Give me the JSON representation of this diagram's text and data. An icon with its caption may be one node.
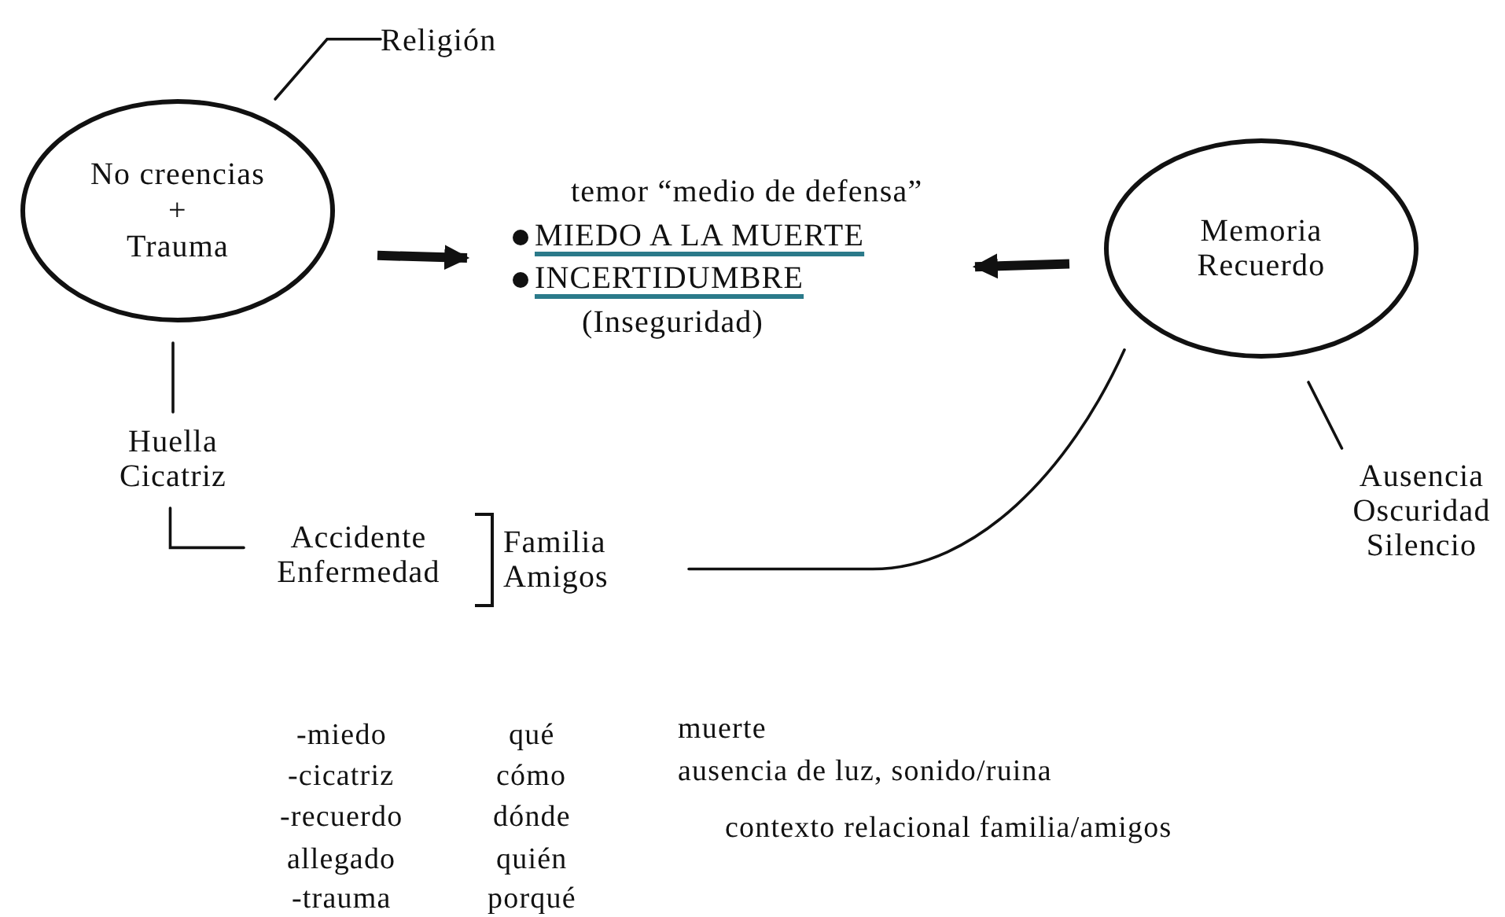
{
  "diagram": {
    "nodes": [
      {
        "text": [
          "No creencias",
          "+",
          "Trauma"
        ]
      },
      {
        "text": [
          "Religión"
        ]
      },
      {
        "text": [
          "temor “medio de defensa”",
          "MIEDO A LA MUERTE",
          "INCERTIDUMBRE",
          "(Inseguridad)"
        ]
      },
      {
        "text": [
          "Memoria Recuerdo"
        ]
      },
      {
        "text": [
          "Huella Cicatriz"
        ]
      },
      {
        "text": [
          "Accidente Enfermedad"
        ]
      },
      {
        "text": [
          "Familia Amigos"
        ]
      },
      {
        "text": [
          "Ausencia Oscuridad Silencio"
        ]
      }
    ],
    "edges": [
      {
        "from": 0,
        "to": 1,
        "arrow": "none"
      },
      {
        "from": 0,
        "to": 2,
        "arrow": "to",
        "style": "thick"
      },
      {
        "from": 3,
        "to": 2,
        "arrow": "to",
        "style": "thick"
      },
      {
        "from": 0,
        "to": 4,
        "arrow": "none"
      },
      {
        "from": 4,
        "to": 5,
        "arrow": "none"
      },
      {
        "from": 6,
        "to": 3,
        "arrow": "none"
      },
      {
        "from": 3,
        "to": 7,
        "arrow": "none"
      }
    ],
    "labels": [
      "-miedo",
      "-cicatriz",
      "-recuerdo",
      "allegado",
      "-trauma",
      "qué",
      "cómo",
      "dónde",
      "quién",
      "porqué",
      "muerte",
      "ausencia de luz, sonido/ruina",
      "contexto relacional familia/amigos"
    ]
  }
}
